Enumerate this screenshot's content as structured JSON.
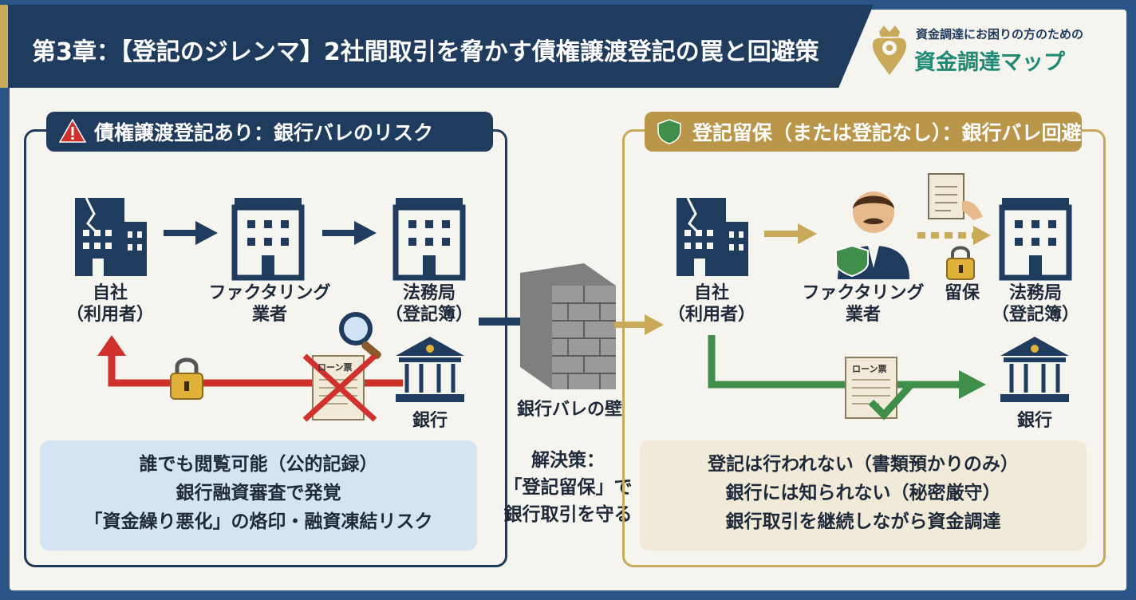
{
  "header": {
    "title": "第3章：【登記のジレンマ】2社間取引を脅かす債権譲渡登記の罠と回避策",
    "logo_subtitle": "資金調達にお困りの方のための",
    "logo_title": "資金調達マップ"
  },
  "left_panel": {
    "heading": "債権譲渡登記あり：銀行バレのリスク",
    "heading_icon": "warning-icon",
    "nodes": {
      "company": "自社\n（利用者）",
      "factoring": "ファクタリング\n業者",
      "registry": "法務局\n（登記簿）",
      "bank": "銀行"
    },
    "doc_label": "ローン票",
    "summary": [
      "誰でも閲覧可能（公的記録）",
      "銀行融資審査で発覚",
      "「資金繰り悪化」の烙印・融資凍結リスク"
    ]
  },
  "center": {
    "wall_label": "銀行バレの壁",
    "solution": [
      "解決策：",
      "「登記留保」で",
      "銀行取引を守る"
    ]
  },
  "right_panel": {
    "heading": "登記留保（または登記なし）：銀行バレ回避",
    "heading_icon": "shield-icon",
    "nodes": {
      "company": "自社\n（利用者）",
      "factoring": "ファクタリング\n業者",
      "hold": "留保",
      "registry": "法務局\n（登記簿）",
      "bank": "銀行"
    },
    "doc_label": "ローン票",
    "summary": [
      "登記は行われない（書類預かりのみ）",
      "銀行には知られない（秘密厳守）",
      "銀行取引を継続しながら資金調達"
    ]
  },
  "colors": {
    "navy": "#1f3b5e",
    "gold": "#c9a95a",
    "red": "#d0312d",
    "green": "#3f8f4a",
    "teal": "#1e8a74"
  }
}
